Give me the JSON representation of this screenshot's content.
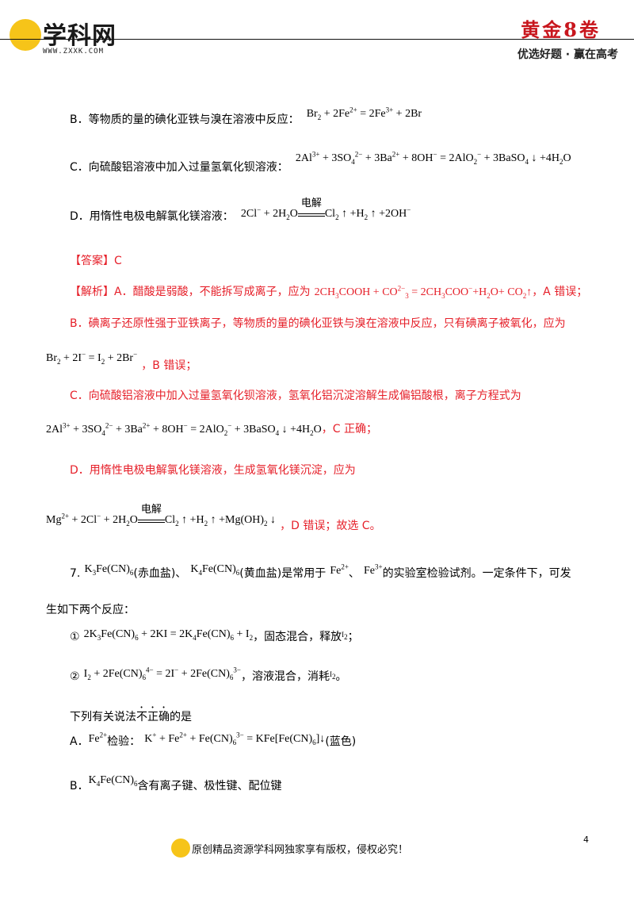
{
  "header": {
    "logo_text": "学科网",
    "logo_url": "WWW.ZXXK.COM",
    "brand": "黄金8卷",
    "slogan": "优选好题 · 赢在高考"
  },
  "options_prev": {
    "b_label": "B．等物质的量的碘化亚铁与溴在溶液中反应：",
    "c_label": "C．向硫酸铝溶液中加入过量氢氧化钡溶液：",
    "d_label": "D．用惰性电极电解氯化镁溶液：",
    "electrolysis": "电解"
  },
  "answer": {
    "tag": "【答案】",
    "value": "C"
  },
  "analysis": {
    "tag": "【解析】",
    "a_text": "A．醋酸是弱酸，不能拆写成离子，应为",
    "a_tail": "，A 错误；",
    "b_text": "B．碘离子还原性强于亚铁离子，等物质的量的碘化亚铁与溴在溶液中反应，只有碘离子被氧化，应为",
    "b_tail": "，B 错误；",
    "c_text": "C．向硫酸铝溶液中加入过量氢氧化钡溶液，氢氧化铝沉淀溶解生成偏铝酸根，离子方程式为",
    "c_tail": "，C 正确；",
    "d_text": "D．用惰性电极电解氯化镁溶液，生成氢氧化镁沉淀，应为",
    "d_tail": "，D 错误；故选 C。"
  },
  "question7": {
    "number": "7.",
    "t1": "(赤血盐)、",
    "t2": "(黄血盐)是常用于",
    "t3": "、",
    "t4": "的实验室检验试剂。一定条件下，可发",
    "t5": "生如下两个反应：",
    "r1_tail": "，固态混合，释放",
    "r2_tail": "，溶液混合，消耗",
    "stem": "下列有关说法",
    "stem_em": "不正确",
    "stem_end": "的是",
    "opt_a_label": "A．",
    "opt_a_mid": "检验：",
    "opt_a_tail": "(蓝色)",
    "opt_b_label": "B．",
    "opt_b_tail": "含有离子键、极性键、配位键"
  },
  "footer": {
    "text": "原创精品资源学科网独家享有版权，侵权必究！",
    "page": "4"
  },
  "colors": {
    "answer_red": "#e6202a",
    "brand_red": "#c8161d",
    "logo_yellow": "#f6c419"
  }
}
